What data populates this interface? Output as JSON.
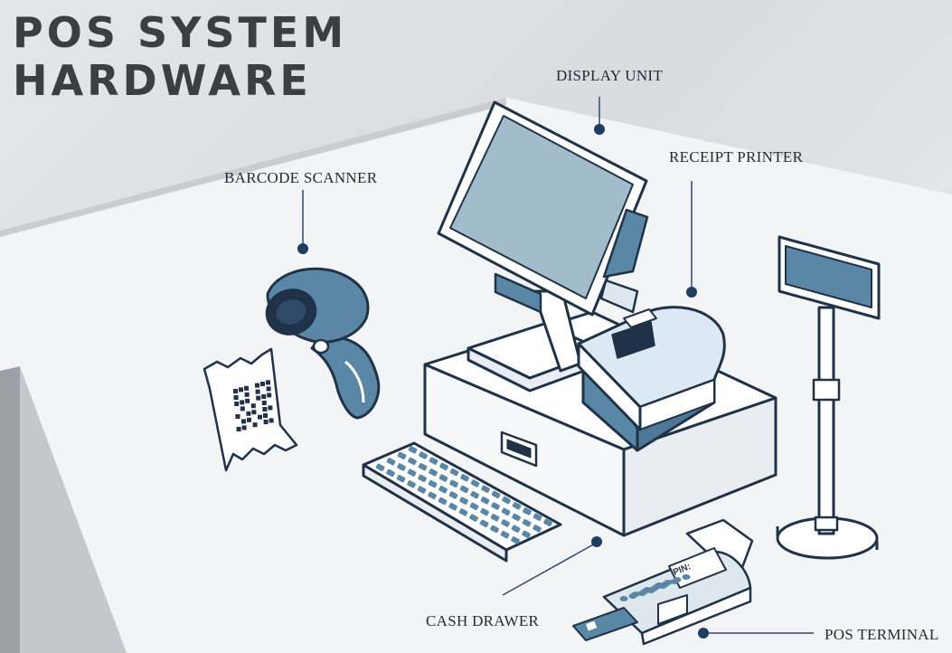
{
  "title": {
    "line1": "POS SYSTEM",
    "line2": "HARDWARE"
  },
  "labels": {
    "display_unit": "DISPLAY UNIT",
    "receipt_printer": "RECEIPT PRINTER",
    "barcode_scanner": "BARCODE SCANNER",
    "cash_drawer": "CASH DRAWER",
    "pos_terminal": "POS TERMINAL"
  },
  "terminal_screen_text": "PIN:",
  "colors": {
    "outline": "#1f3247",
    "screen": "#a3bccb",
    "accent": "#5b87a6",
    "light_blue": "#dce8f3",
    "table": "#f4f5f6",
    "pointer_dot": "#1f3d63",
    "title": "#3b3f44"
  }
}
